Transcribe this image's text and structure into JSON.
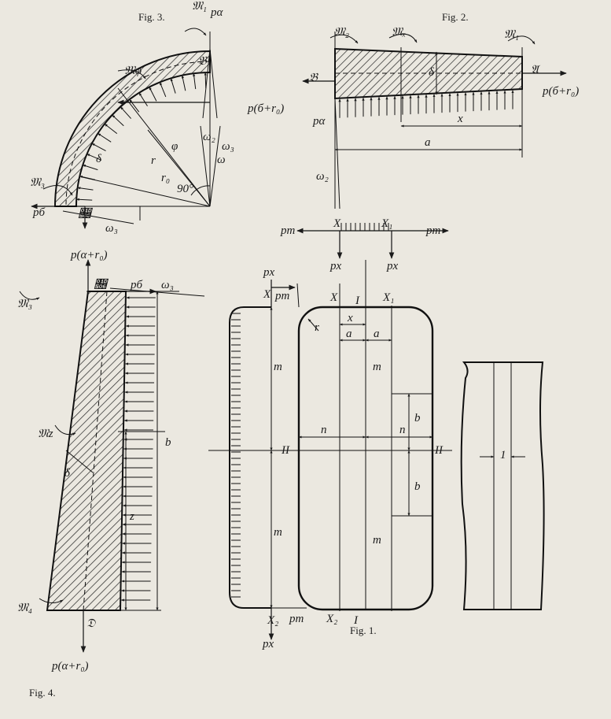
{
  "figures": {
    "fig1": {
      "caption": "Fig. 1."
    },
    "fig2": {
      "caption": "Fig. 2."
    },
    "fig3": {
      "caption": "Fig. 3."
    },
    "fig4": {
      "caption": "Fig. 4."
    }
  },
  "labels": {
    "pa": "pα",
    "pbr": "p(б+r₀)",
    "pb": "pб",
    "par": "p(α+r₀)",
    "px": "px",
    "pm": "pm",
    "M1": "𝔐₁",
    "M2": "𝔐₂",
    "M3": "𝔐₃",
    "M4": "𝔐₄",
    "Mx": "𝔐ₓ",
    "Mphi": "𝔐φ",
    "Mz": "𝔐z",
    "A": "𝔄",
    "B": "𝔅",
    "C": "𝔆",
    "D": "𝔇",
    "X": "X",
    "X1": "X₁",
    "X2": "X₂",
    "I": "I",
    "II": "II",
    "a": "a",
    "b": "b",
    "m": "m",
    "n": "n",
    "r": "r",
    "r0": "r₀",
    "x": "x",
    "z": "z",
    "delta": "δ",
    "phi": "φ",
    "w": "ω",
    "w2": "ω₂",
    "w3": "ω₃",
    "deg90": "90°",
    "one": "1"
  }
}
